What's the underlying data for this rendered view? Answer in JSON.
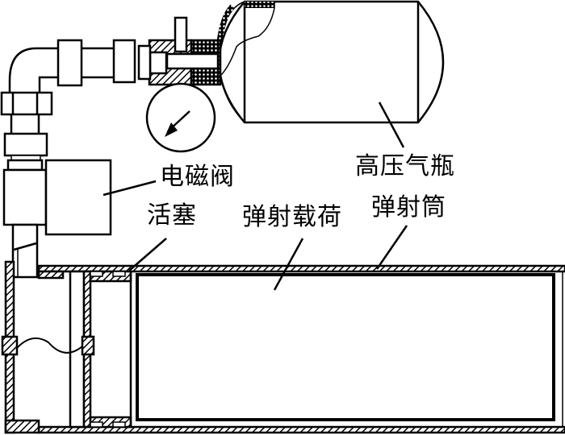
{
  "diagram": {
    "type": "pneumatic launcher schematic",
    "labels": {
      "gas_cylinder": "高压气瓶",
      "solenoid_valve": "电磁阀",
      "piston": "活塞",
      "payload": "弹射载荷",
      "launch_tube": "弹射筒"
    },
    "colors": {
      "stroke": "#000000",
      "background": "#ffffff"
    }
  }
}
